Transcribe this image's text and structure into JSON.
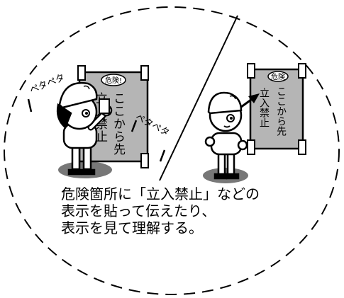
{
  "left_sign": {
    "badge": "危険!",
    "col1": "立入禁止",
    "col2": "ここから先"
  },
  "right_sign": {
    "badge": "危険",
    "col1": "立入禁止",
    "col2": "ここから先"
  },
  "sound_effects": {
    "left": "ペタペタ",
    "right": "ペタペタ"
  },
  "caption": {
    "line1": "危険箇所に「立入禁止」などの",
    "line2": "表示を貼って伝えたり、",
    "line3": "表示を見て理解する。"
  },
  "colors": {
    "sign_fill": "#b5b5b5",
    "shadow": "#777777",
    "skin": "#ffffff",
    "outline": "#000000"
  }
}
